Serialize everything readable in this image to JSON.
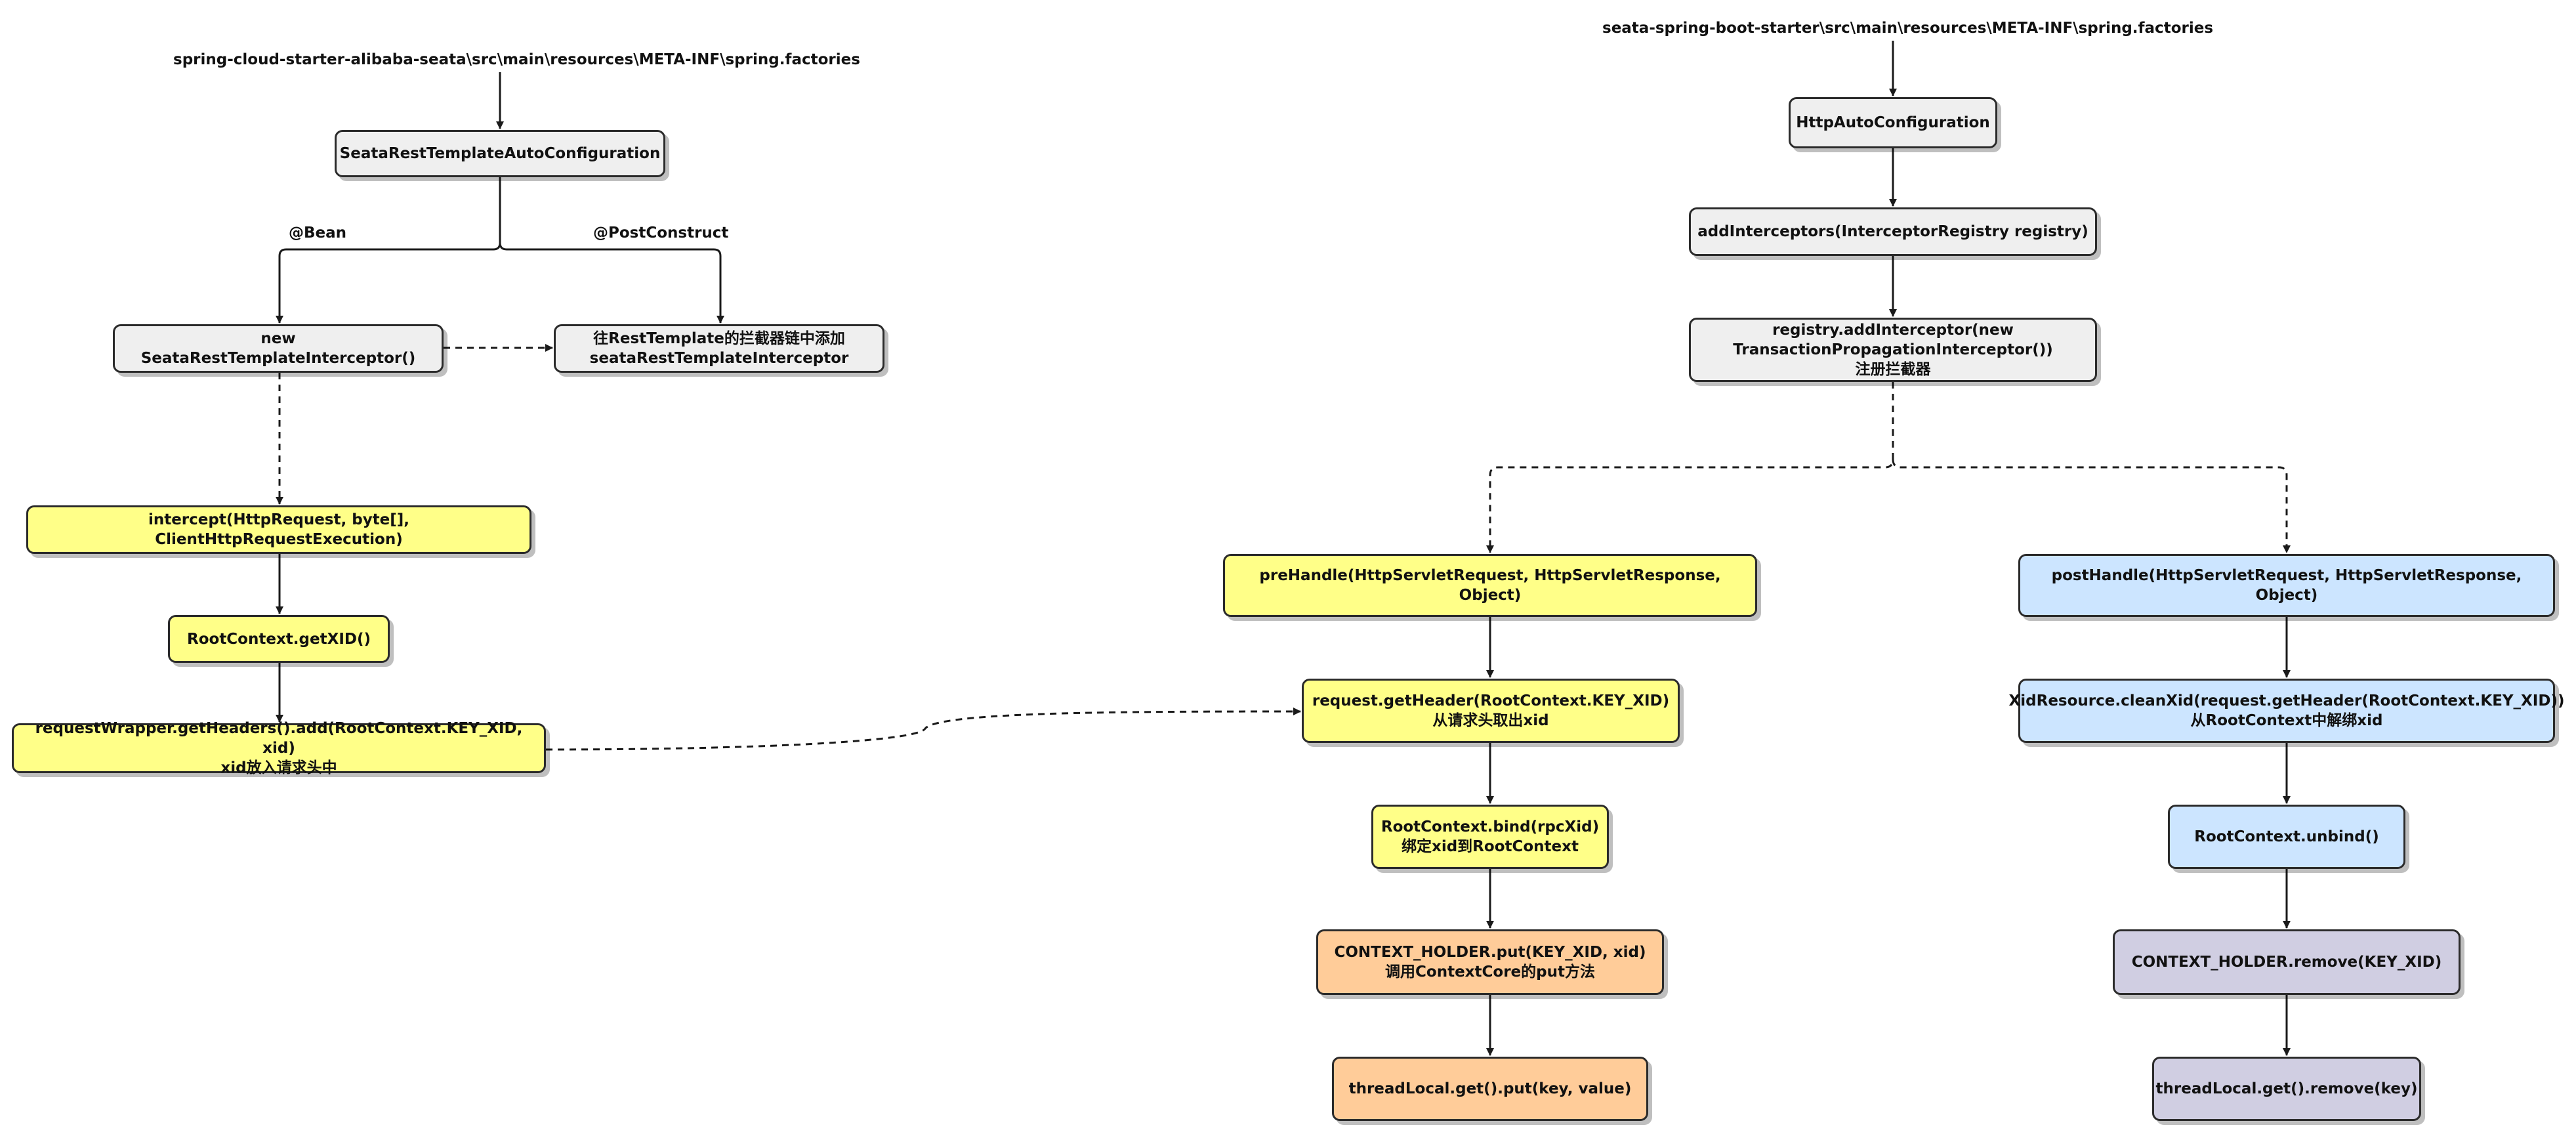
{
  "left": {
    "source_path": "spring-cloud-starter-alibaba-seata\\src\\main\\resources\\META-INF\\spring.factories",
    "auto_config": "SeataRestTemplateAutoConfiguration",
    "bean_label": "@Bean",
    "post_construct_label": "@PostConstruct",
    "new_interceptor": "new SeataRestTemplateInterceptor()",
    "add_to_chain": "往RestTemplate的拦截器链中添加\nseataRestTemplateInterceptor",
    "intercept": "intercept(HttpRequest, byte[], ClientHttpRequestExecution)",
    "get_xid": "RootContext.getXID()",
    "add_header": "requestWrapper.getHeaders().add(RootContext.KEY_XID, xid)\nxid放入请求头中"
  },
  "right": {
    "source_path": "seata-spring-boot-starter\\src\\main\\resources\\META-INF\\spring.factories",
    "http_auto_config": "HttpAutoConfiguration",
    "add_interceptors": "addInterceptors(InterceptorRegistry registry)",
    "registry_add": "registry.addInterceptor(new\nTransactionPropagationInterceptor())\n注册拦截器",
    "pre_handle": "preHandle(HttpServletRequest, HttpServletResponse, Object)",
    "get_header": "request.getHeader(RootContext.KEY_XID)\n从请求头取出xid",
    "bind": "RootContext.bind(rpcXid)\n绑定xid到RootContext",
    "context_put": "CONTEXT_HOLDER.put(KEY_XID, xid)\n调用ContextCore的put方法",
    "thread_put": "threadLocal.get().put(key, value)",
    "post_handle": "postHandle(HttpServletRequest, HttpServletResponse, Object)",
    "clean_xid": "XidResource.cleanXid(request.getHeader(RootContext.KEY_XID))\n从RootContext中解绑xid",
    "unbind": "RootContext.unbind()",
    "context_remove": "CONTEXT_HOLDER.remove(KEY_XID)",
    "thread_remove": "threadLocal.get().remove(key)"
  },
  "colors": {
    "gray": "#efefef",
    "yellow": "#ffff88",
    "blue": "#cce5ff",
    "orange": "#ffcc99",
    "purple": "#d0cee2",
    "line": "#1a1a1a"
  }
}
